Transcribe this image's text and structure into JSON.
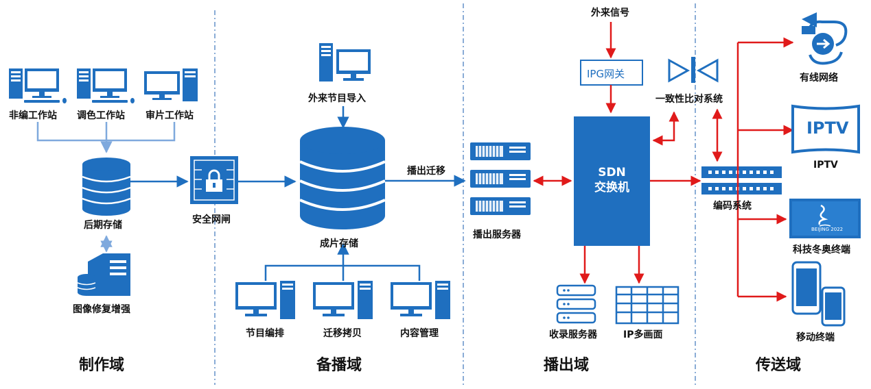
{
  "zones": {
    "production": "制作域",
    "standby": "备播域",
    "broadcast": "播出域",
    "transmission": "传送域"
  },
  "nodes": {
    "nonlinear_ws": "非编工作站",
    "color_ws": "调色工作站",
    "review_ws": "审片工作站",
    "post_storage": "后期存储",
    "image_restore": "图像修复增强",
    "security_gateway": "安全网闸",
    "external_import": "外来节目导入",
    "finished_storage": "成片存储",
    "program_scheduling": "节目编排",
    "migration_copy": "迁移拷贝",
    "content_mgmt": "内容管理",
    "playout_migration": "播出迁移",
    "playout_servers": "播出服务器",
    "external_signal": "外来信号",
    "ipg_gateway": "IPG网关",
    "sdn_line1": "SDN",
    "sdn_line2": "交换机",
    "consistency": "一致性比对系统",
    "recording_servers": "收录服务器",
    "ip_multiview": "IP多画面",
    "encoder": "编码系统",
    "cable": "有线网络",
    "iptv_screen": "IPTV",
    "iptv": "IPTV",
    "olympic": "科技冬奥终端",
    "olympic_screen": "BEIJING 2022",
    "mobile": "移动终端"
  },
  "colors": {
    "blue": "#1f6fbf",
    "red": "#e01a1a",
    "divider": "#4a7fc0",
    "text": "#111111"
  }
}
